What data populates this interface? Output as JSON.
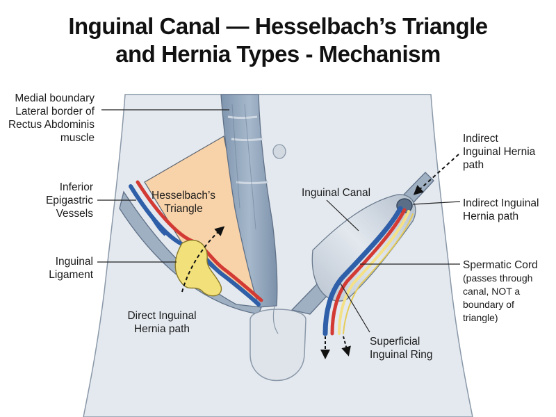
{
  "title": {
    "line1": "Inguinal Canal — Hesselbach’s Triangle",
    "line2": "and Hernia Types - Mechanism"
  },
  "labels": {
    "medial_boundary": [
      "Medial boundary",
      "Lateral border of",
      "Rectus Abdominis",
      "muscle"
    ],
    "inferior_epigastric": [
      "Inferior",
      "Epigastric",
      "Vessels"
    ],
    "inguinal_ligament": [
      "Inguinal",
      "Ligament"
    ],
    "hesselbach_triangle": [
      "Hesselbach’s",
      "Triangle"
    ],
    "direct_hernia": [
      "Direct Inguinal",
      "Hernia path"
    ],
    "inguinal_canal": "Inguinal Canal",
    "indirect_hernia_top": [
      "Indirect",
      "Inguinal Hernia",
      "path"
    ],
    "indirect_hernia_mid": [
      "Indirect Inguinal",
      "Hernia path"
    ],
    "spermatic_cord": [
      "Spermatic Cord",
      "(passes through",
      "canal, NOT a",
      "boundary of",
      "triangle)"
    ],
    "superficial_ring": [
      "Superficial",
      "Inguinal Ring"
    ]
  },
  "colors": {
    "body": "#e4e9ef",
    "outline": "#8a98a8",
    "muscle": "#8ea3bb",
    "triangle": "#f8d2a8",
    "artery": "#d23a33",
    "vein": "#2f5fa8",
    "cord_yellow": "#f4e187",
    "hernia_sac": "#f2e07a",
    "canal": "#cfd6df"
  }
}
